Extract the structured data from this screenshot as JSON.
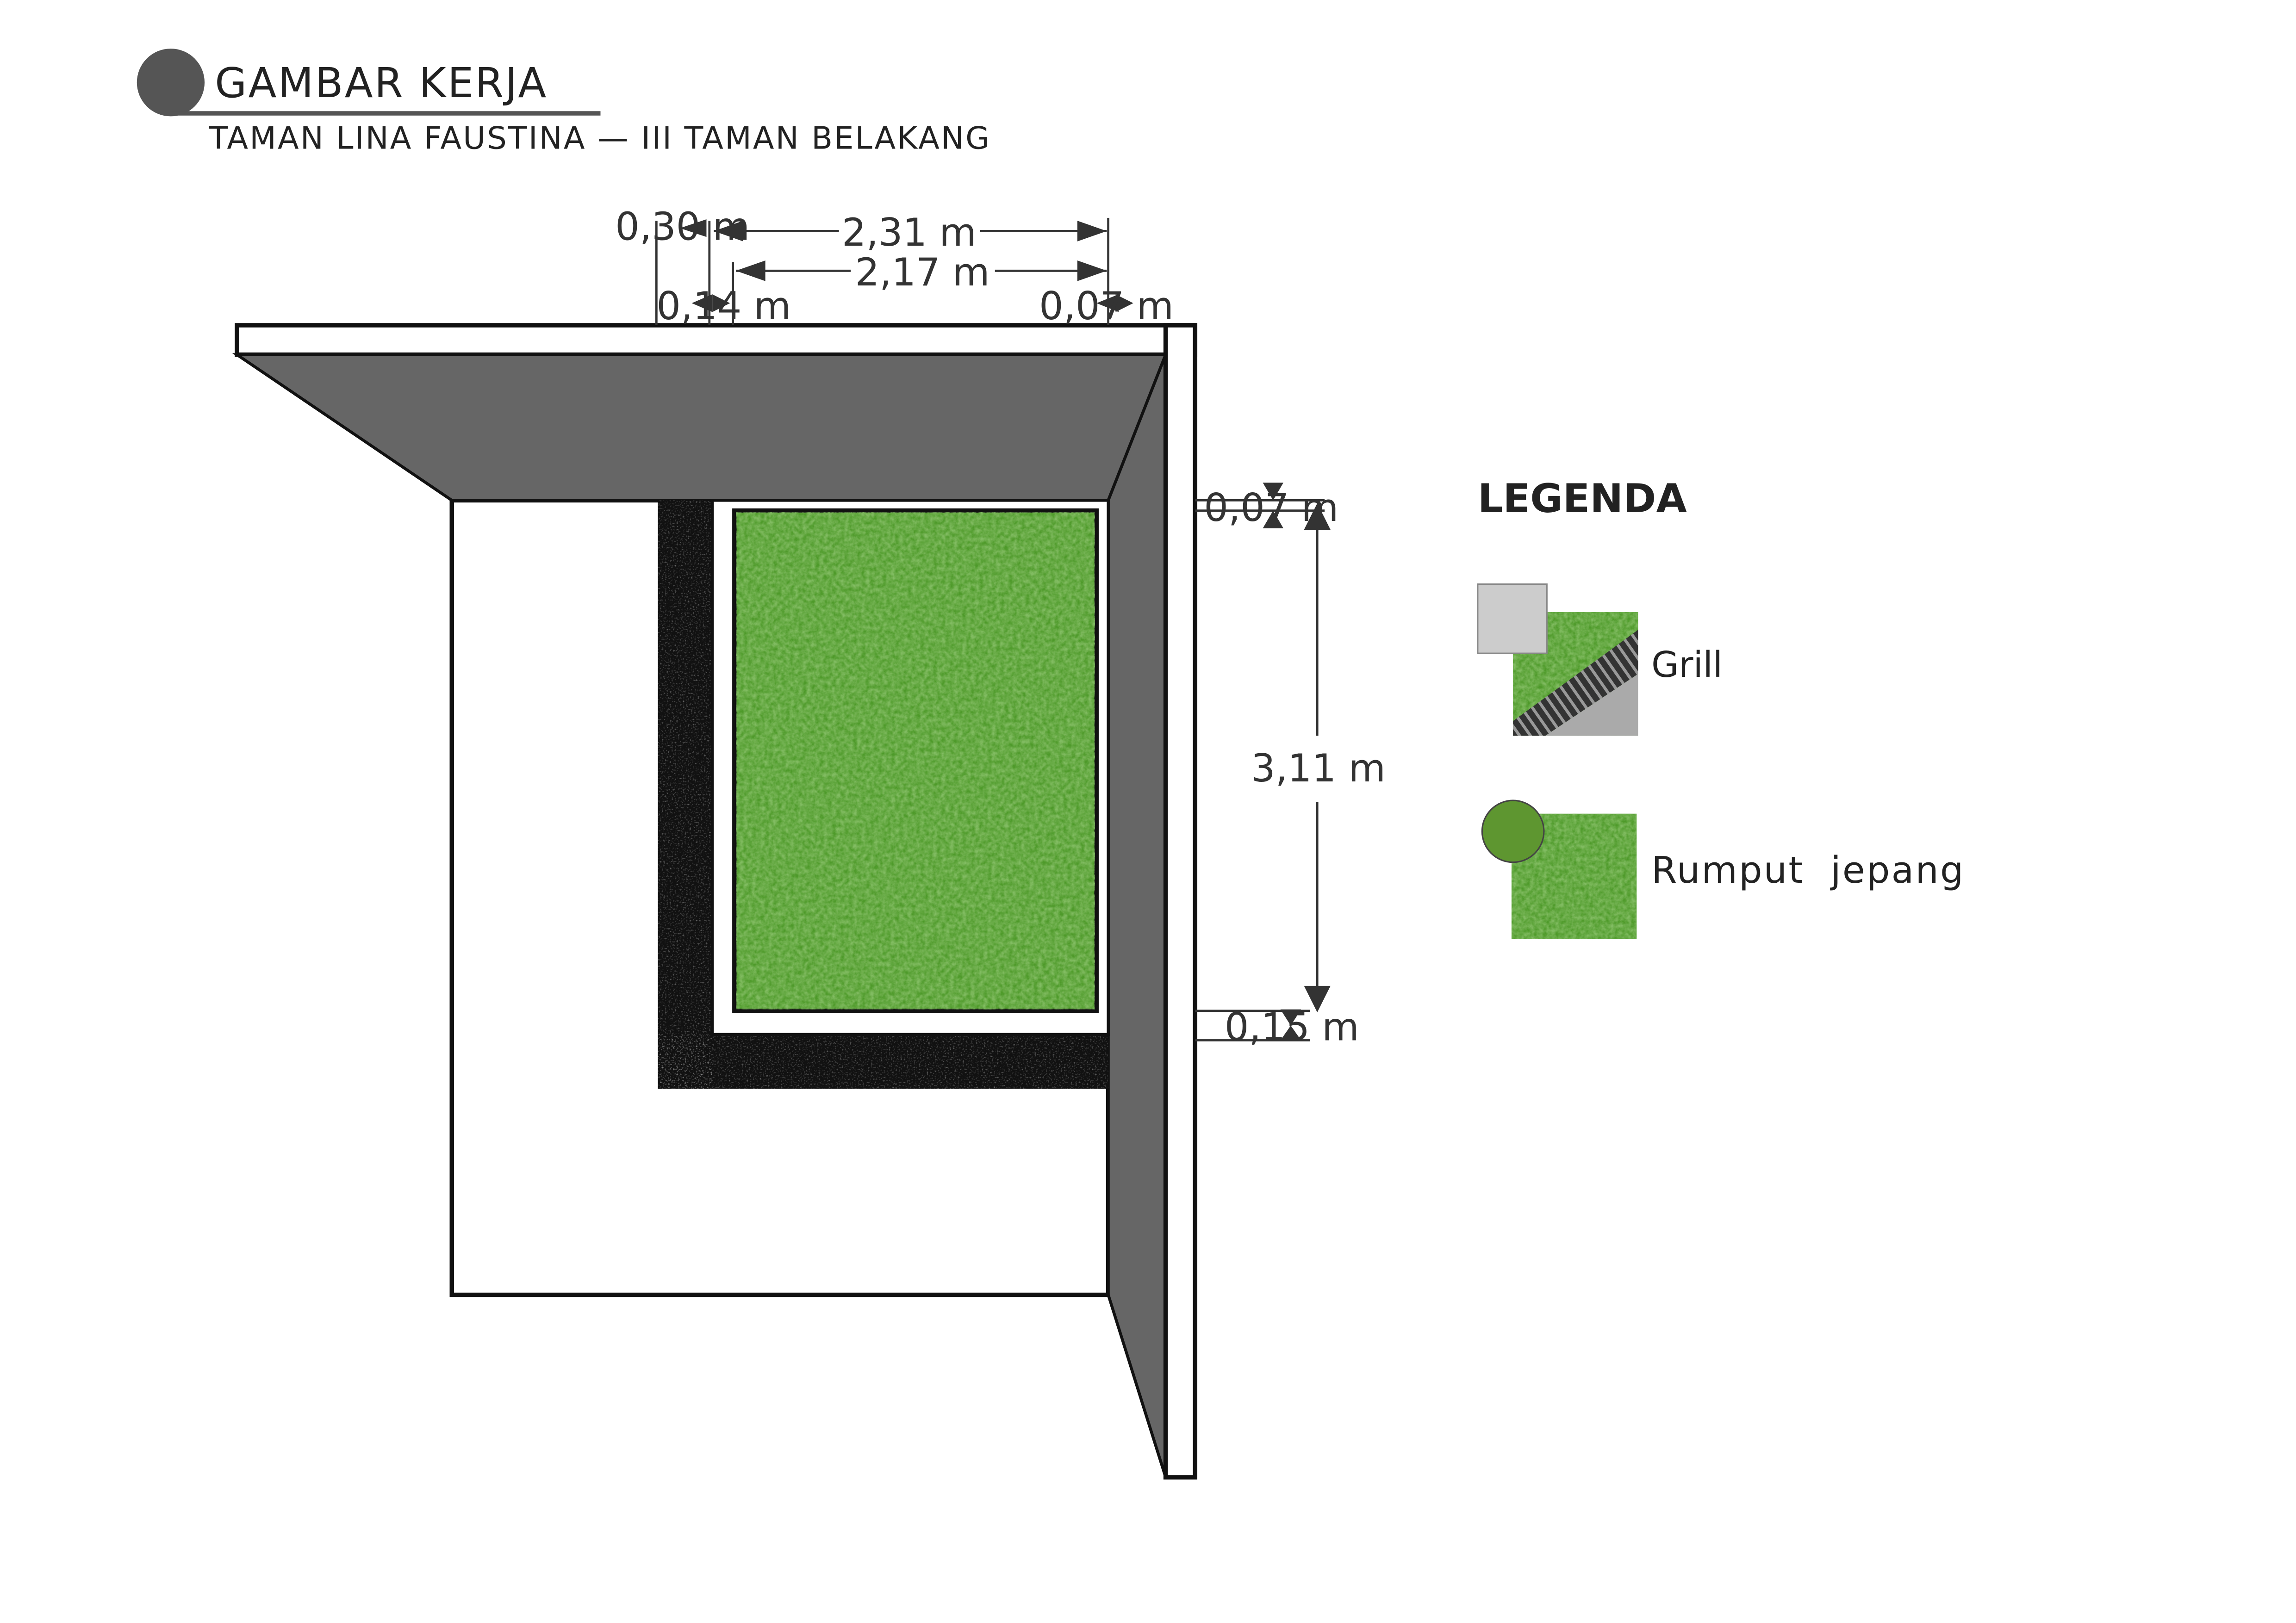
{
  "header": {
    "title": "GAMBAR KERJA",
    "subtitle": "TAMAN LINA FAUSTINA — III TAMAN BELAKANG"
  },
  "dimensions": {
    "top_offset": "0,30 m",
    "total_width": "2,31 m",
    "inner_width": "2,17 m",
    "left_gap": "0,14 m",
    "right_gap": "0,07 m",
    "top_gap": "0,07 m",
    "height": "3,11 m",
    "bottom_gap": "0,15 m"
  },
  "legend": {
    "title": "LEGENDA",
    "items": [
      {
        "label": "Grill",
        "swatch_color": "#cccccc",
        "icon": "grill-texture"
      },
      {
        "label": "Rumput  jepang",
        "swatch_color": "#5e9630",
        "icon": "grass-texture"
      }
    ]
  },
  "colors": {
    "wall": "#666666",
    "grass": "#4e9a2a",
    "gravel": "#1a1a1a",
    "title_dot": "#555555"
  }
}
